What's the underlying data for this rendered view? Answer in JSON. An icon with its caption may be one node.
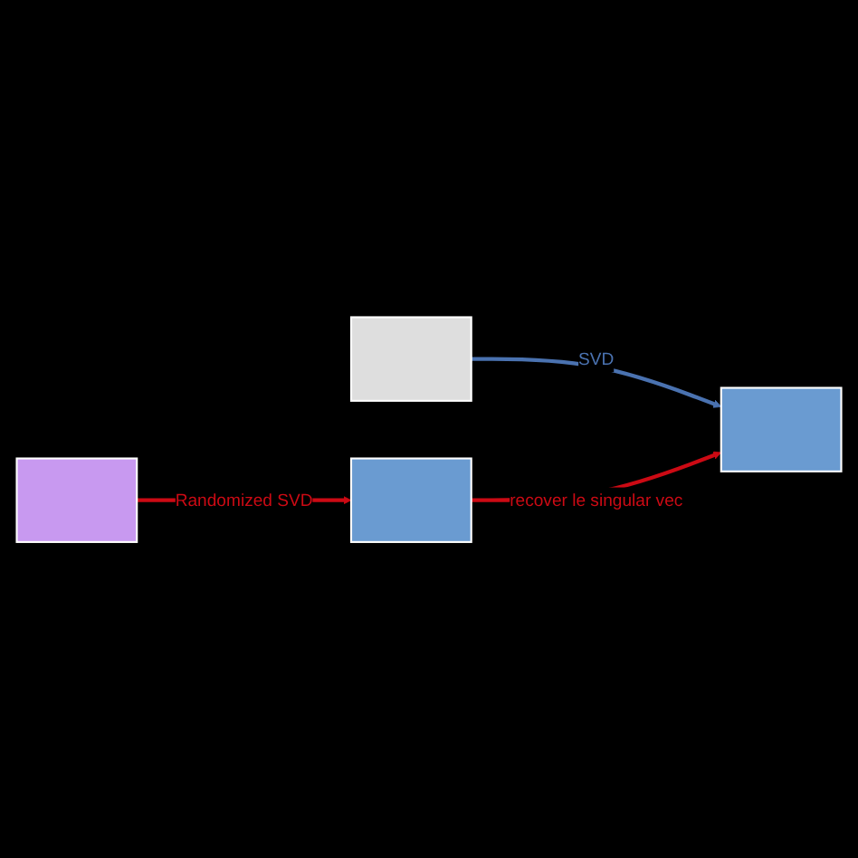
{
  "diagram": {
    "nodes": [
      {
        "text": [],
        "shape": "box"
      },
      {
        "text": [],
        "shape": "box"
      },
      {
        "text": [],
        "shape": "box"
      },
      {
        "text": [],
        "shape": "box"
      }
    ],
    "edges": [
      {
        "from": 0,
        "to": 1,
        "arrow": "to",
        "label": "SVD",
        "color": "#4a72b0"
      },
      {
        "from": 2,
        "to": 3,
        "arrow": "to",
        "label": "Randomized SVD"
      },
      {
        "from": 3,
        "to": 1,
        "arrow": "to",
        "label": "recover le singular vec"
      }
    ]
  }
}
